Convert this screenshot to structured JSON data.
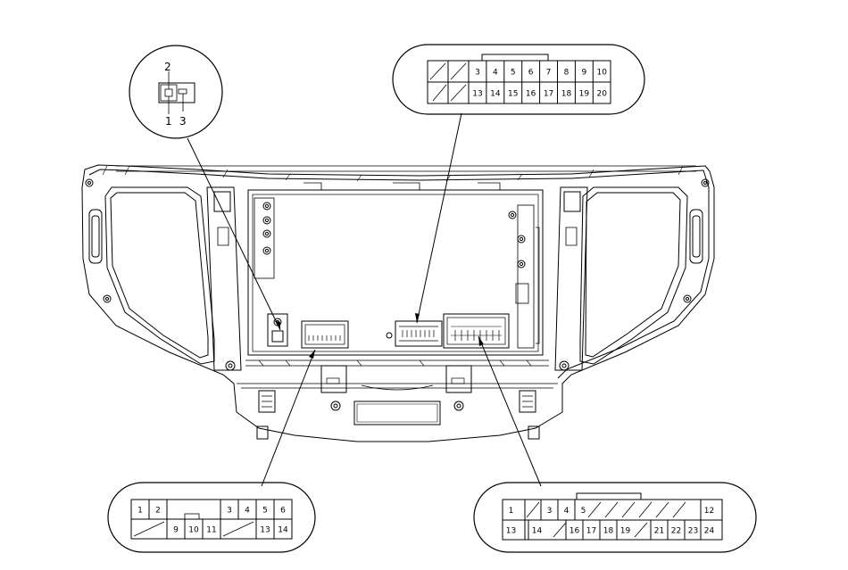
{
  "connector_small": {
    "labels": {
      "top": "2",
      "left": "1",
      "right": "3"
    }
  },
  "connector_top_right": {
    "row1": [
      "3",
      "4",
      "5",
      "6",
      "7",
      "8",
      "9",
      "10"
    ],
    "row2": [
      "13",
      "14",
      "15",
      "16",
      "17",
      "18",
      "19",
      "20"
    ]
  },
  "connector_bottom_left": {
    "row1": [
      "1",
      "2",
      "3",
      "4",
      "5",
      "6"
    ],
    "row2": [
      "9",
      "10",
      "11",
      "13",
      "14"
    ]
  },
  "connector_bottom_right": {
    "row1": [
      "1",
      "3",
      "4",
      "5",
      "12"
    ],
    "row2": [
      "13",
      "14",
      "16",
      "17",
      "18",
      "19",
      "21",
      "22",
      "23",
      "24"
    ]
  }
}
